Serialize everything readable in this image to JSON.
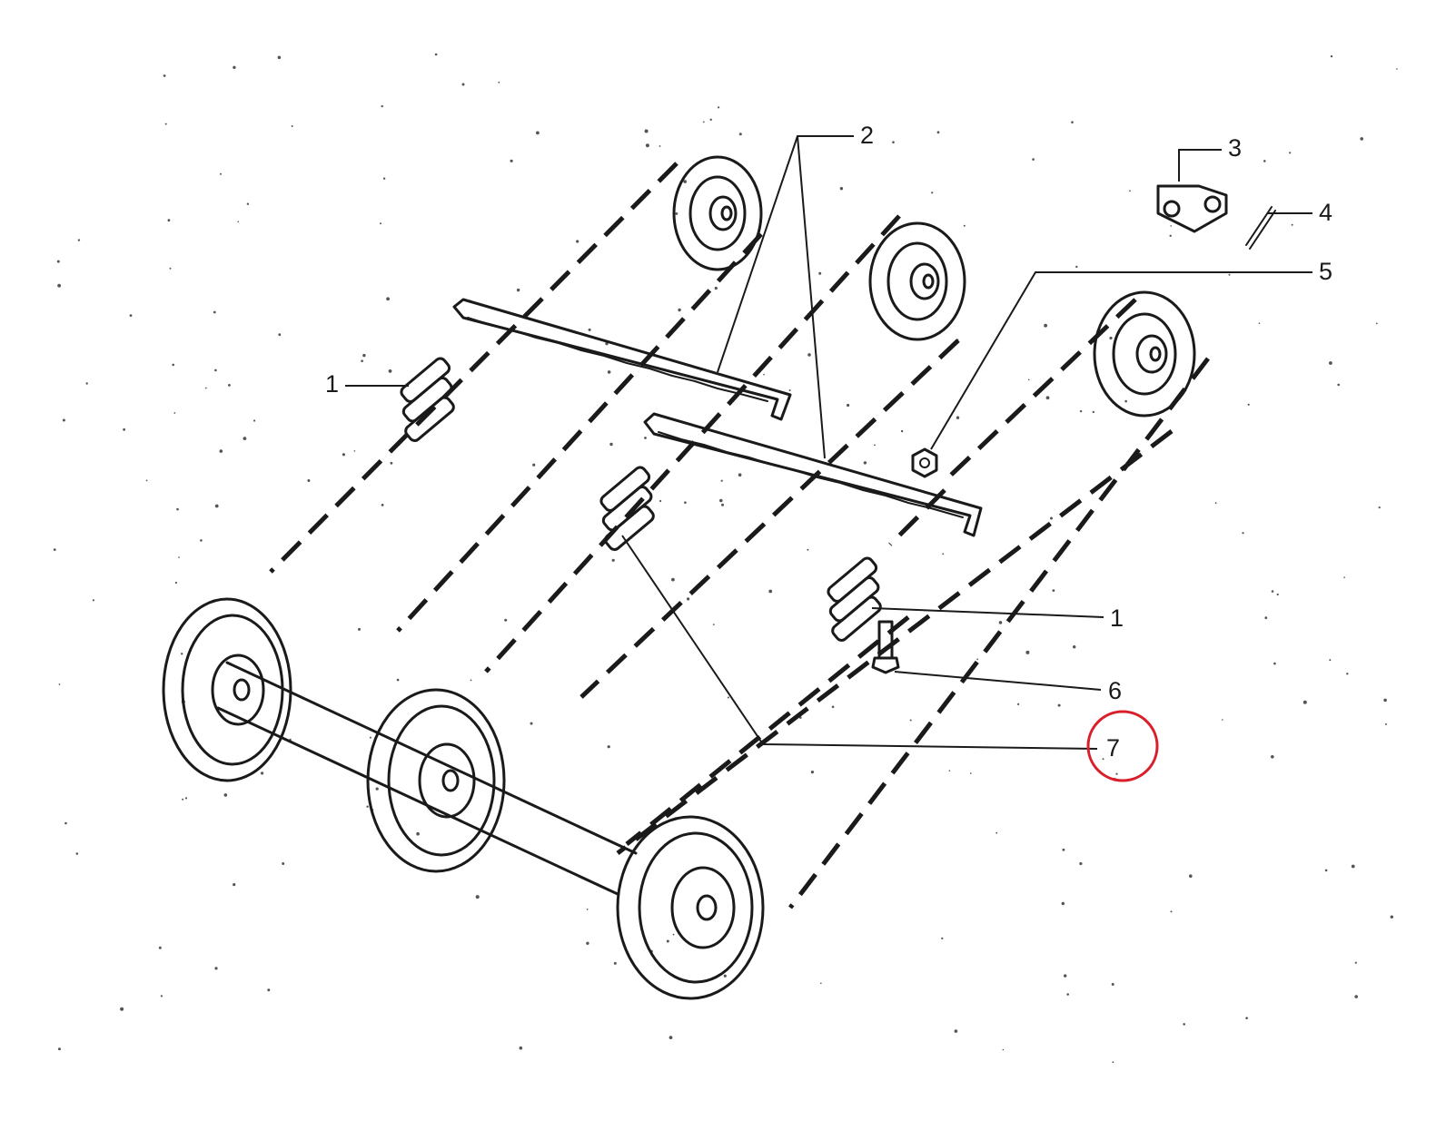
{
  "diagram": {
    "callouts": [
      {
        "id": "c1a",
        "label": "1"
      },
      {
        "id": "c2",
        "label": "2"
      },
      {
        "id": "c3",
        "label": "3"
      },
      {
        "id": "c4",
        "label": "4"
      },
      {
        "id": "c5",
        "label": "5"
      },
      {
        "id": "c1b",
        "label": "1"
      },
      {
        "id": "c6",
        "label": "6"
      },
      {
        "id": "c7",
        "label": "7"
      }
    ],
    "highlight": {
      "callout": "7",
      "color": "#d9202a"
    },
    "colors": {
      "ink": "#1a1a1a",
      "paper": "#ffffff"
    },
    "parts": {
      "sprockets": 3,
      "guide_rails": 2,
      "chain_segments": 3,
      "wheels": 3,
      "icons": [
        "sprocket-icon",
        "guide-rail-icon",
        "chain-link-icon",
        "connecting-link-icon",
        "cotter-pin-icon",
        "nut-icon",
        "bolt-icon",
        "wheel-icon",
        "axle-icon"
      ]
    }
  }
}
